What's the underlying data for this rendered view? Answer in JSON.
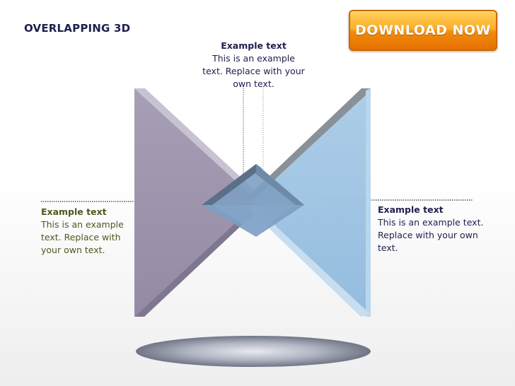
{
  "title": "OVERLAPPING 3D",
  "download_button": {
    "label": "DOWNLOAD NOW"
  },
  "callouts": {
    "top": {
      "heading": "Example text",
      "body": "This is an example text. Replace with your own text."
    },
    "left": {
      "heading": "Example text",
      "body": "This is an example text. Replace with your own text."
    },
    "right": {
      "heading": "Example text",
      "body": "This is an example text. Replace with your own text."
    }
  },
  "colors": {
    "left_shape": "#a49cb2",
    "right_shape": "#9ec4e2",
    "overlap": "#7a9ec0",
    "left_text": "#4b5a1c",
    "accent_text": "#1f1f4f",
    "button": "#f5a01e"
  }
}
